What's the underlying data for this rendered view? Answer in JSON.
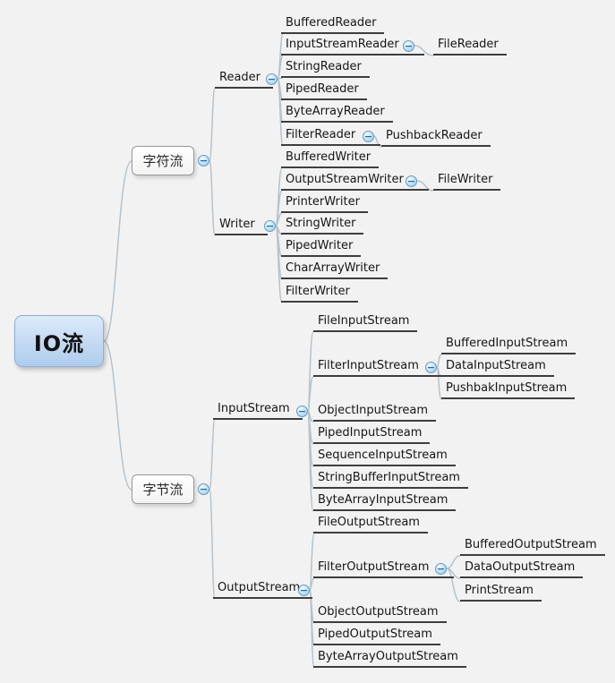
{
  "icons": {
    "collapse": "−"
  },
  "colors": {
    "canvas_bg": "#f2f2f2",
    "connector_line": "#b6c2cc",
    "node_underline": "#3e3e3e",
    "root_fill": "#c3d9f2",
    "root_border": "#8ab0d8",
    "toggle_blue": "#8ec4e6"
  },
  "mindmap": {
    "root": "IO流",
    "char_stream": {
      "label": "字符流",
      "reader": {
        "label": "Reader",
        "buffered_reader": "BufferedReader",
        "input_stream_reader": {
          "label": "InputStreamReader",
          "file_reader": "FileReader"
        },
        "string_reader": "StringReader",
        "piped_reader": "PipedReader",
        "byte_array_reader": "ByteArrayReader",
        "filter_reader": {
          "label": "FilterReader",
          "pushback_reader": "PushbackReader"
        }
      },
      "writer": {
        "label": "Writer",
        "buffered_writer": "BufferedWriter",
        "output_stream_writer": {
          "label": "OutputStreamWriter",
          "file_writer": "FileWriter"
        },
        "printer_writer": "PrinterWriter",
        "string_writer": "StringWriter",
        "piped_writer": "PipedWriter",
        "char_array_writer": "CharArrayWriter",
        "filter_writer": "FilterWriter"
      }
    },
    "byte_stream": {
      "label": "字节流",
      "input_stream": {
        "label": "InputStream",
        "file_input_stream": "FileInputStream",
        "filter_input_stream": {
          "label": "FilterInputStream",
          "buffered_input_stream": "BufferedInputStream",
          "data_input_stream": "DataInputStream",
          "pushbak_input_stream": "PushbakInputStream"
        },
        "object_input_stream": "ObjectInputStream",
        "piped_input_stream": "PipedInputStream",
        "sequence_input_stream": "SequenceInputStream",
        "string_buffer_input_stream": "StringBufferInputStream",
        "byte_array_input_stream": "ByteArrayInputStream"
      },
      "output_stream": {
        "label": "OutputStream",
        "file_output_stream": "FileOutputStream",
        "filter_output_stream": {
          "label": "FilterOutputStream",
          "buffered_output_stream": "BufferedOutputStream",
          "data_output_stream": "DataOutputStream",
          "print_stream": "PrintStream"
        },
        "object_output_stream": "ObjectOutputStream",
        "piped_output_stream": "PipedOutputStream",
        "byte_array_output_stream": "ByteArrayOutputStream"
      }
    }
  }
}
